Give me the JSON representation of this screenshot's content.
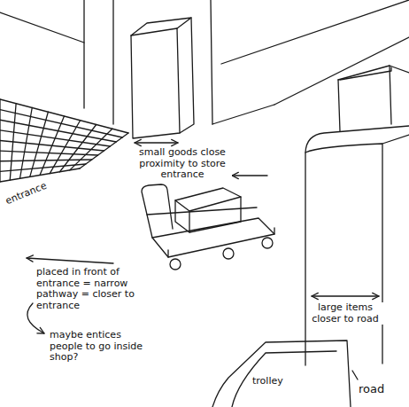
{
  "diagram": {
    "labels": [
      "small goods close proximity to store entrance",
      "entrance",
      "placed in front of entrance = narrow pathway = closer to entrance",
      "maybe entices people to go inside shop?",
      "large items closer to road",
      "trolley",
      "road"
    ]
  }
}
